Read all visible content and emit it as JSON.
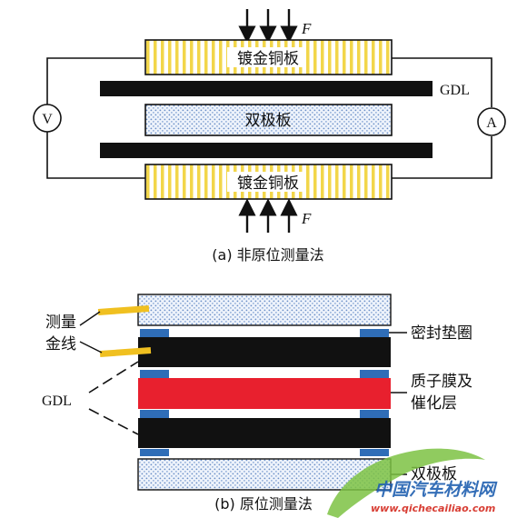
{
  "diagram_a": {
    "force_top": "F",
    "force_bottom": "F",
    "plate_top": "镀金铜板",
    "plate_bottom": "镀金铜板",
    "bipolar": "双极板",
    "gdl": "GDL",
    "voltmeter": "V",
    "ammeter": "A",
    "caption": "(a) 非原位测量法"
  },
  "diagram_b": {
    "gold_wire_line1": "测量",
    "gold_wire_line2": "金线",
    "gasket": "密封垫圈",
    "membrane_line1": "质子膜及",
    "membrane_line2": "催化层",
    "gdl": "GDL",
    "bipolar": "双极板",
    "caption": "(b) 原位测量法"
  },
  "watermark": {
    "main": "中国汽车材料网",
    "url": "www.qichecailiao.com"
  },
  "colors": {
    "gold_stripe": "#f2d64a",
    "dots": "#6b8fc7",
    "membrane": "#e8202e",
    "gasket": "#2f6db7",
    "wire": "#f0c020",
    "black": "#111111",
    "watermark_green": "#7cc243",
    "watermark_red": "#d42a1f"
  }
}
